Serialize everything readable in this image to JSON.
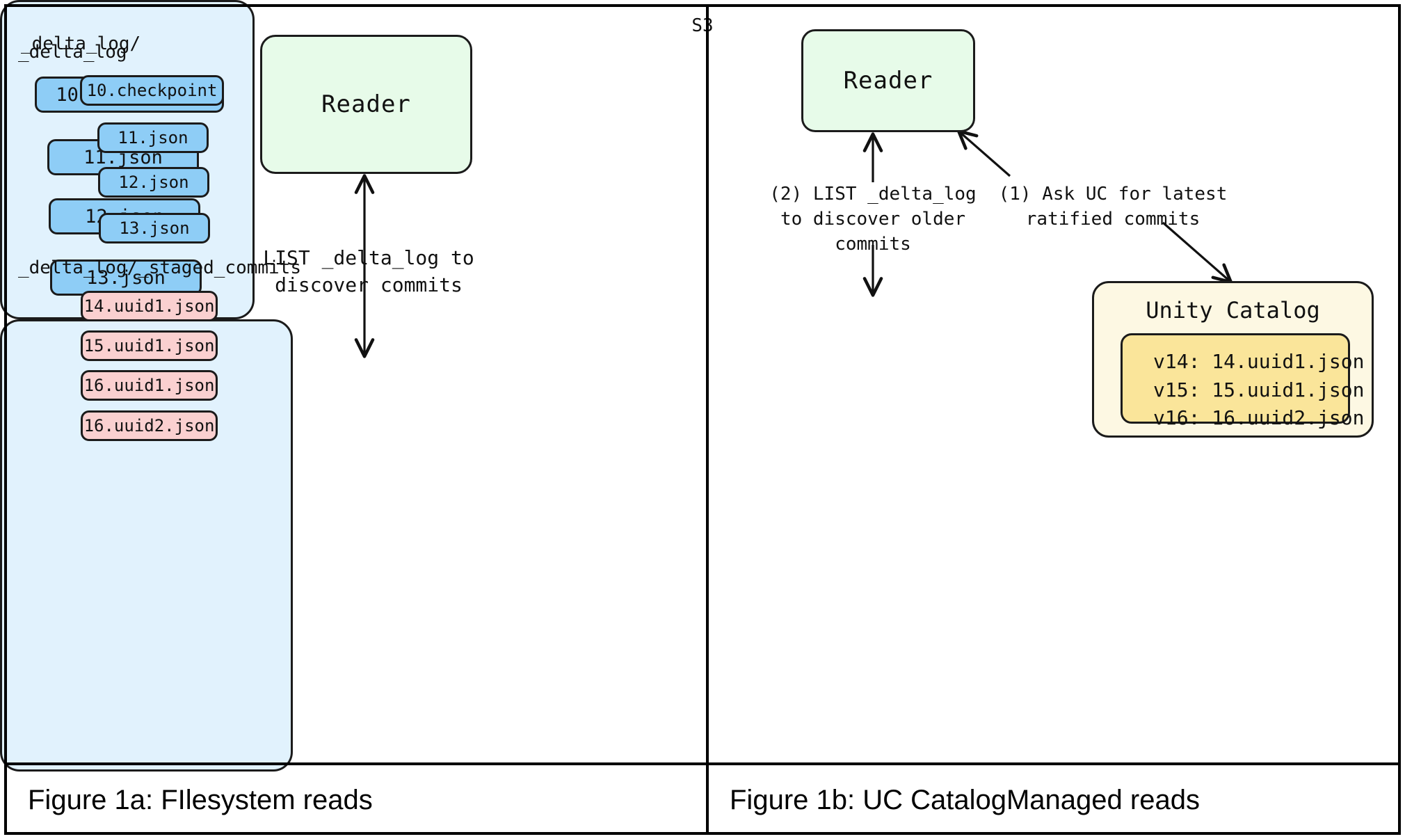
{
  "figure": {
    "panels": [
      {
        "id": "panel-a",
        "caption": "Figure 1a: FIlesystem reads",
        "reader_label": "Reader",
        "edge_label": "LIST _delta_log to\ndiscover commits",
        "storage": {
          "dir_label": "_delta_log/",
          "files": [
            {
              "name": "10.checkpoint",
              "kind": "committed"
            },
            {
              "name": "11.json",
              "kind": "committed"
            },
            {
              "name": "12.json",
              "kind": "committed"
            },
            {
              "name": "13.json",
              "kind": "committed"
            }
          ]
        }
      },
      {
        "id": "panel-b",
        "caption": "Figure 1b: UC CatalogManaged reads",
        "reader_label": "Reader",
        "edge_label_list": "(2) LIST _delta_log\nto discover older\ncommits",
        "edge_label_uc": "(1) Ask UC for latest\nratified commits",
        "storage": {
          "title": "S3",
          "dir_label": "_delta_log",
          "files": [
            {
              "name": "10.checkpoint",
              "kind": "committed"
            },
            {
              "name": "11.json",
              "kind": "committed"
            },
            {
              "name": "12.json",
              "kind": "committed"
            },
            {
              "name": "13.json",
              "kind": "committed"
            }
          ],
          "staged_dir_label": "_delta_log/_staged_commits",
          "staged_files": [
            {
              "name": "14.uuid1.json",
              "kind": "staged"
            },
            {
              "name": "15.uuid1.json",
              "kind": "staged"
            },
            {
              "name": "16.uuid1.json",
              "kind": "staged"
            },
            {
              "name": "16.uuid2.json",
              "kind": "staged"
            }
          ]
        },
        "catalog": {
          "title": "Unity Catalog",
          "entries": [
            "v14: 14.uuid1.json",
            "v15: 15.uuid1.json",
            "v16: 16.uuid2.json"
          ]
        }
      }
    ]
  },
  "colors": {
    "reader_fill": "#e7fbe9",
    "storage_fill": "#e1f2fd",
    "committed_chip_fill": "#8ecdf6",
    "staged_chip_fill": "#fad0d0",
    "catalog_outer_fill": "#fdf8e3",
    "catalog_inner_fill": "#fae59a",
    "stroke": "#1b1b1b"
  }
}
